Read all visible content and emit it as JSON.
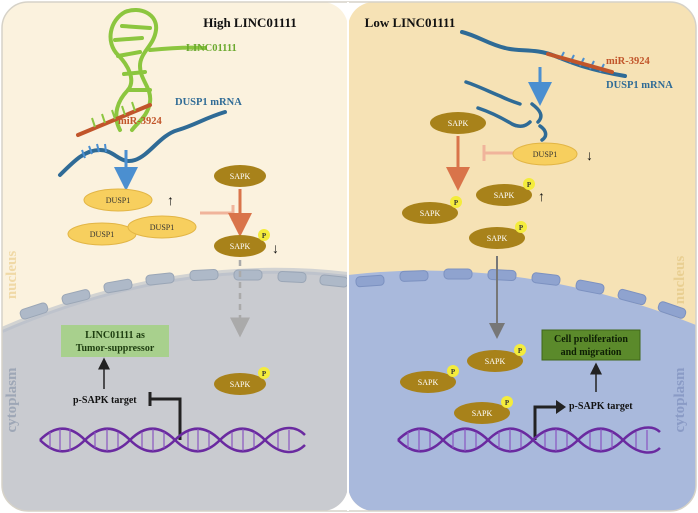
{
  "panels": {
    "left": {
      "title": "High LINC01111",
      "lnc_label": "LINC01111",
      "mir_label": "miR-3924",
      "mrna_label": "DUSP1 mRNA",
      "dusp1_a": "DUSP1",
      "dusp1_b": "DUSP1",
      "dusp1_c": "DUSP1",
      "arrow_up": "↑",
      "sapk_top": "SAPK",
      "sapk_phos": "SAPK",
      "arrow_down": "↓",
      "sapk_cyto": "SAPK",
      "phos_mark": "P",
      "nucleus_label": "nucleus",
      "cytoplasm_label": "cytoplasm",
      "box_line1": "LINC01111 as",
      "box_line2": "Tumor-suppressor",
      "target_label": "p-SAPK target"
    },
    "right": {
      "title": "Low LINC01111",
      "mir_label": "miR-3924",
      "mrna_label": "DUSP1 mRNA",
      "sapk_top": "SAPK",
      "dusp1": "DUSP1",
      "arrow_down": "↓",
      "sapk_p1": "SAPK",
      "sapk_p2": "SAPK",
      "arrow_up": "↑",
      "sapk_p3": "SAPK",
      "sapk_c1": "SAPK",
      "sapk_c2": "SAPK",
      "sapk_c3": "SAPK",
      "phos_mark": "P",
      "nucleus_label": "nucleus",
      "cytoplasm_label": "cytoplasm",
      "box_line1": "Cell proliferation",
      "box_line2": "and migration",
      "target_label": "p-SAPK target"
    }
  },
  "colors": {
    "lnc_green": "#8cc63f",
    "mir_orange": "#c1552a",
    "mrna_blue": "#2f6b96",
    "dusp1_fill": "#f7cf5e",
    "sapk_fill": "#a8821a",
    "phos_fill": "#f4ec3c",
    "dna_purple": "#6a2aa0",
    "box_green_light": "#a8d08d",
    "box_green_dark": "#5b8a2b",
    "arrow_blue": "#4b8fd0",
    "arrow_orange": "#d9744a"
  }
}
